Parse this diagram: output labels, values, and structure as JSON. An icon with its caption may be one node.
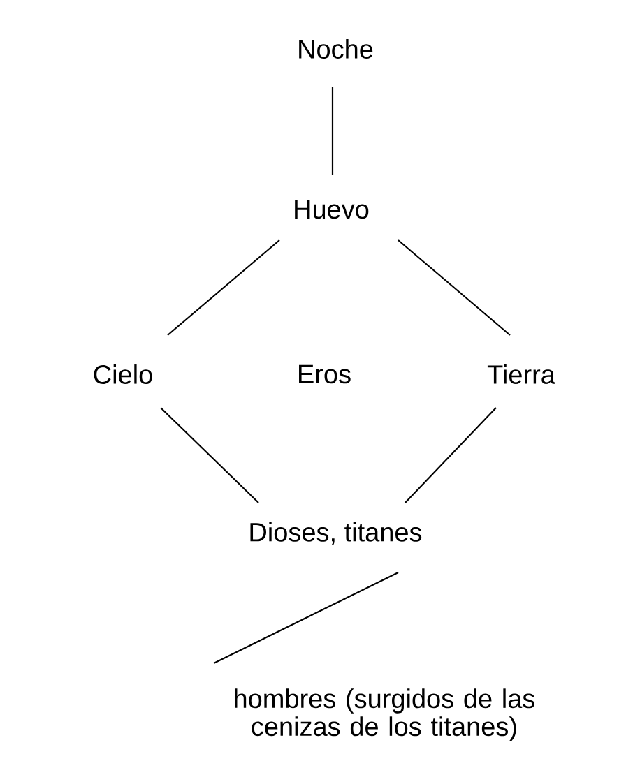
{
  "diagram": {
    "nodes": [
      {
        "text": [
          "Noche"
        ]
      },
      {
        "text": [
          "Huevo"
        ]
      },
      {
        "text": [
          "Cielo"
        ]
      },
      {
        "text": [
          "Tierra"
        ]
      },
      {
        "text": [
          "Dioses, titanes"
        ]
      },
      {
        "text": [
          "hombres (surgidos de las cenizas de los titanes)"
        ]
      }
    ],
    "edges": [
      {
        "from": 0,
        "to": 1,
        "arrow": "none"
      },
      {
        "from": 1,
        "to": 2,
        "arrow": "none"
      },
      {
        "from": 1,
        "to": 3,
        "arrow": "none"
      },
      {
        "from": 2,
        "to": 4,
        "arrow": "none"
      },
      {
        "from": 3,
        "to": 4,
        "arrow": "none"
      },
      {
        "from": 4,
        "to": 5,
        "arrow": "none"
      }
    ],
    "labels": [
      "Eros"
    ]
  }
}
